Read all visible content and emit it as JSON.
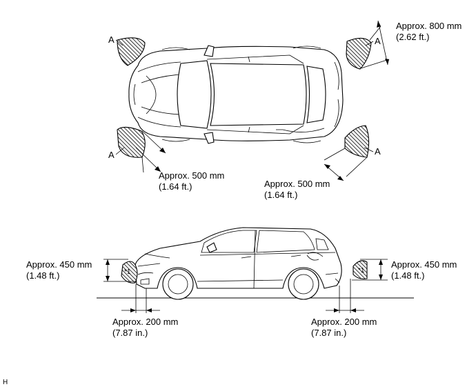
{
  "labels": {
    "sensor_area": "A",
    "front_left_distance": {
      "line1": "Approx. 500 mm",
      "line2": "(1.64 ft.)"
    },
    "rear_right_distance": {
      "line1": "Approx. 800 mm",
      "line2": "(2.62 ft.)"
    },
    "rear_left_distance": {
      "line1": "Approx. 500 mm",
      "line2": "(1.64 ft.)"
    },
    "front_height": {
      "line1": "Approx. 450 mm",
      "line2": "(1.48 ft.)"
    },
    "rear_height": {
      "line1": "Approx. 450 mm",
      "line2": "(1.48 ft.)"
    },
    "front_offset": {
      "line1": "Approx. 200 mm",
      "line2": "(7.87 in.)"
    },
    "rear_offset": {
      "line1": "Approx. 200 mm",
      "line2": "(7.87 in.)"
    },
    "marker": "*1",
    "corner_code": "H"
  }
}
